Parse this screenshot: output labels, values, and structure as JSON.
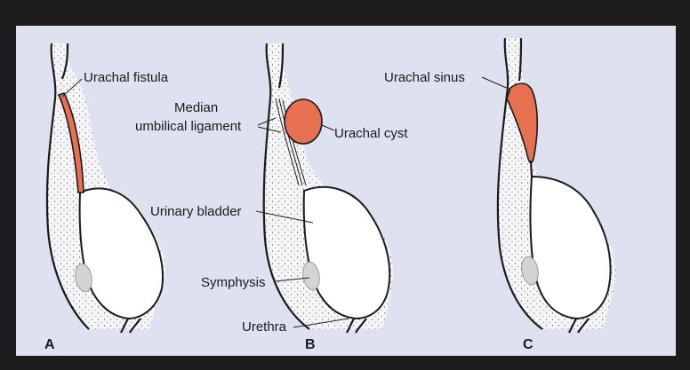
{
  "colors": {
    "background": "#1c1c1c",
    "panel": "#dde1f0",
    "urachal_red": "#e6704f",
    "outline": "#1a1a1a"
  },
  "labels": {
    "urachal_fistula": "Urachal fistula",
    "median_line1": "Median",
    "median_line2": "umbilical ligament",
    "urachal_cyst": "Urachal cyst",
    "urinary_bladder": "Urinary bladder",
    "symphysis": "Symphysis",
    "urethra": "Urethra",
    "urachal_sinus": "Urachal sinus"
  },
  "panels": {
    "a": "A",
    "b": "B",
    "c": "C"
  }
}
